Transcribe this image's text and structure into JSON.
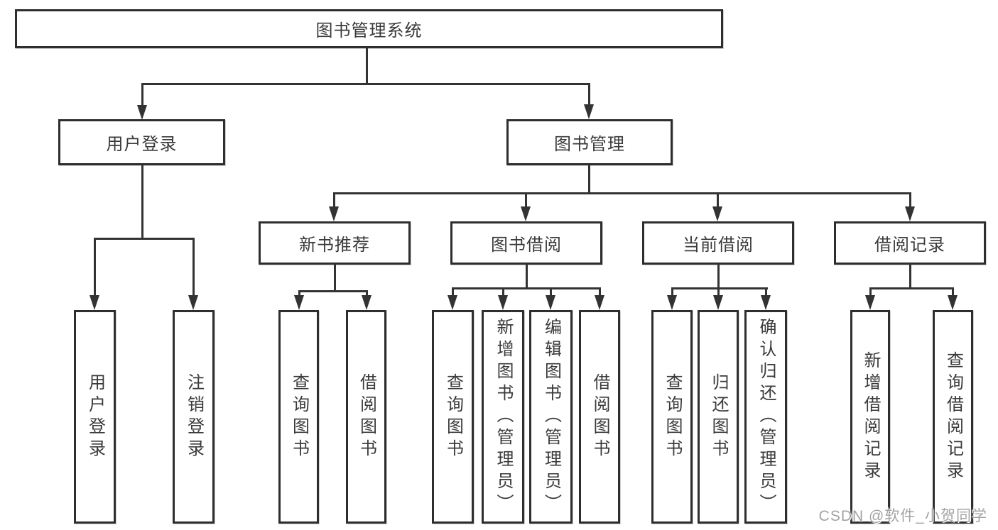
{
  "tree": {
    "root": "图书管理系统",
    "user_login": {
      "label": "用户登录",
      "children": [
        "用户登录",
        "注销登录"
      ]
    },
    "book_management": {
      "label": "图书管理",
      "groups": [
        {
          "label": "新书推荐",
          "children": [
            "查询图书",
            "借阅图书"
          ]
        },
        {
          "label": "图书借阅",
          "children": [
            "查询图书",
            "新增图书（管理员）",
            "编辑图书（管理员）",
            "借阅图书"
          ]
        },
        {
          "label": "当前借阅",
          "children": [
            "查询图书",
            "归还图书",
            "确认归还（管理员）"
          ]
        },
        {
          "label": "借阅记录",
          "children": [
            "新增借阅记录",
            "查询借阅记录"
          ]
        }
      ]
    }
  },
  "watermark": "CSDN @软件_小贺同学",
  "colors": {
    "line": "#333333",
    "border": "#2e2e2e",
    "text": "#3a3a3a",
    "watermark_text": "#a3a3a3",
    "background": "#ffffff"
  }
}
